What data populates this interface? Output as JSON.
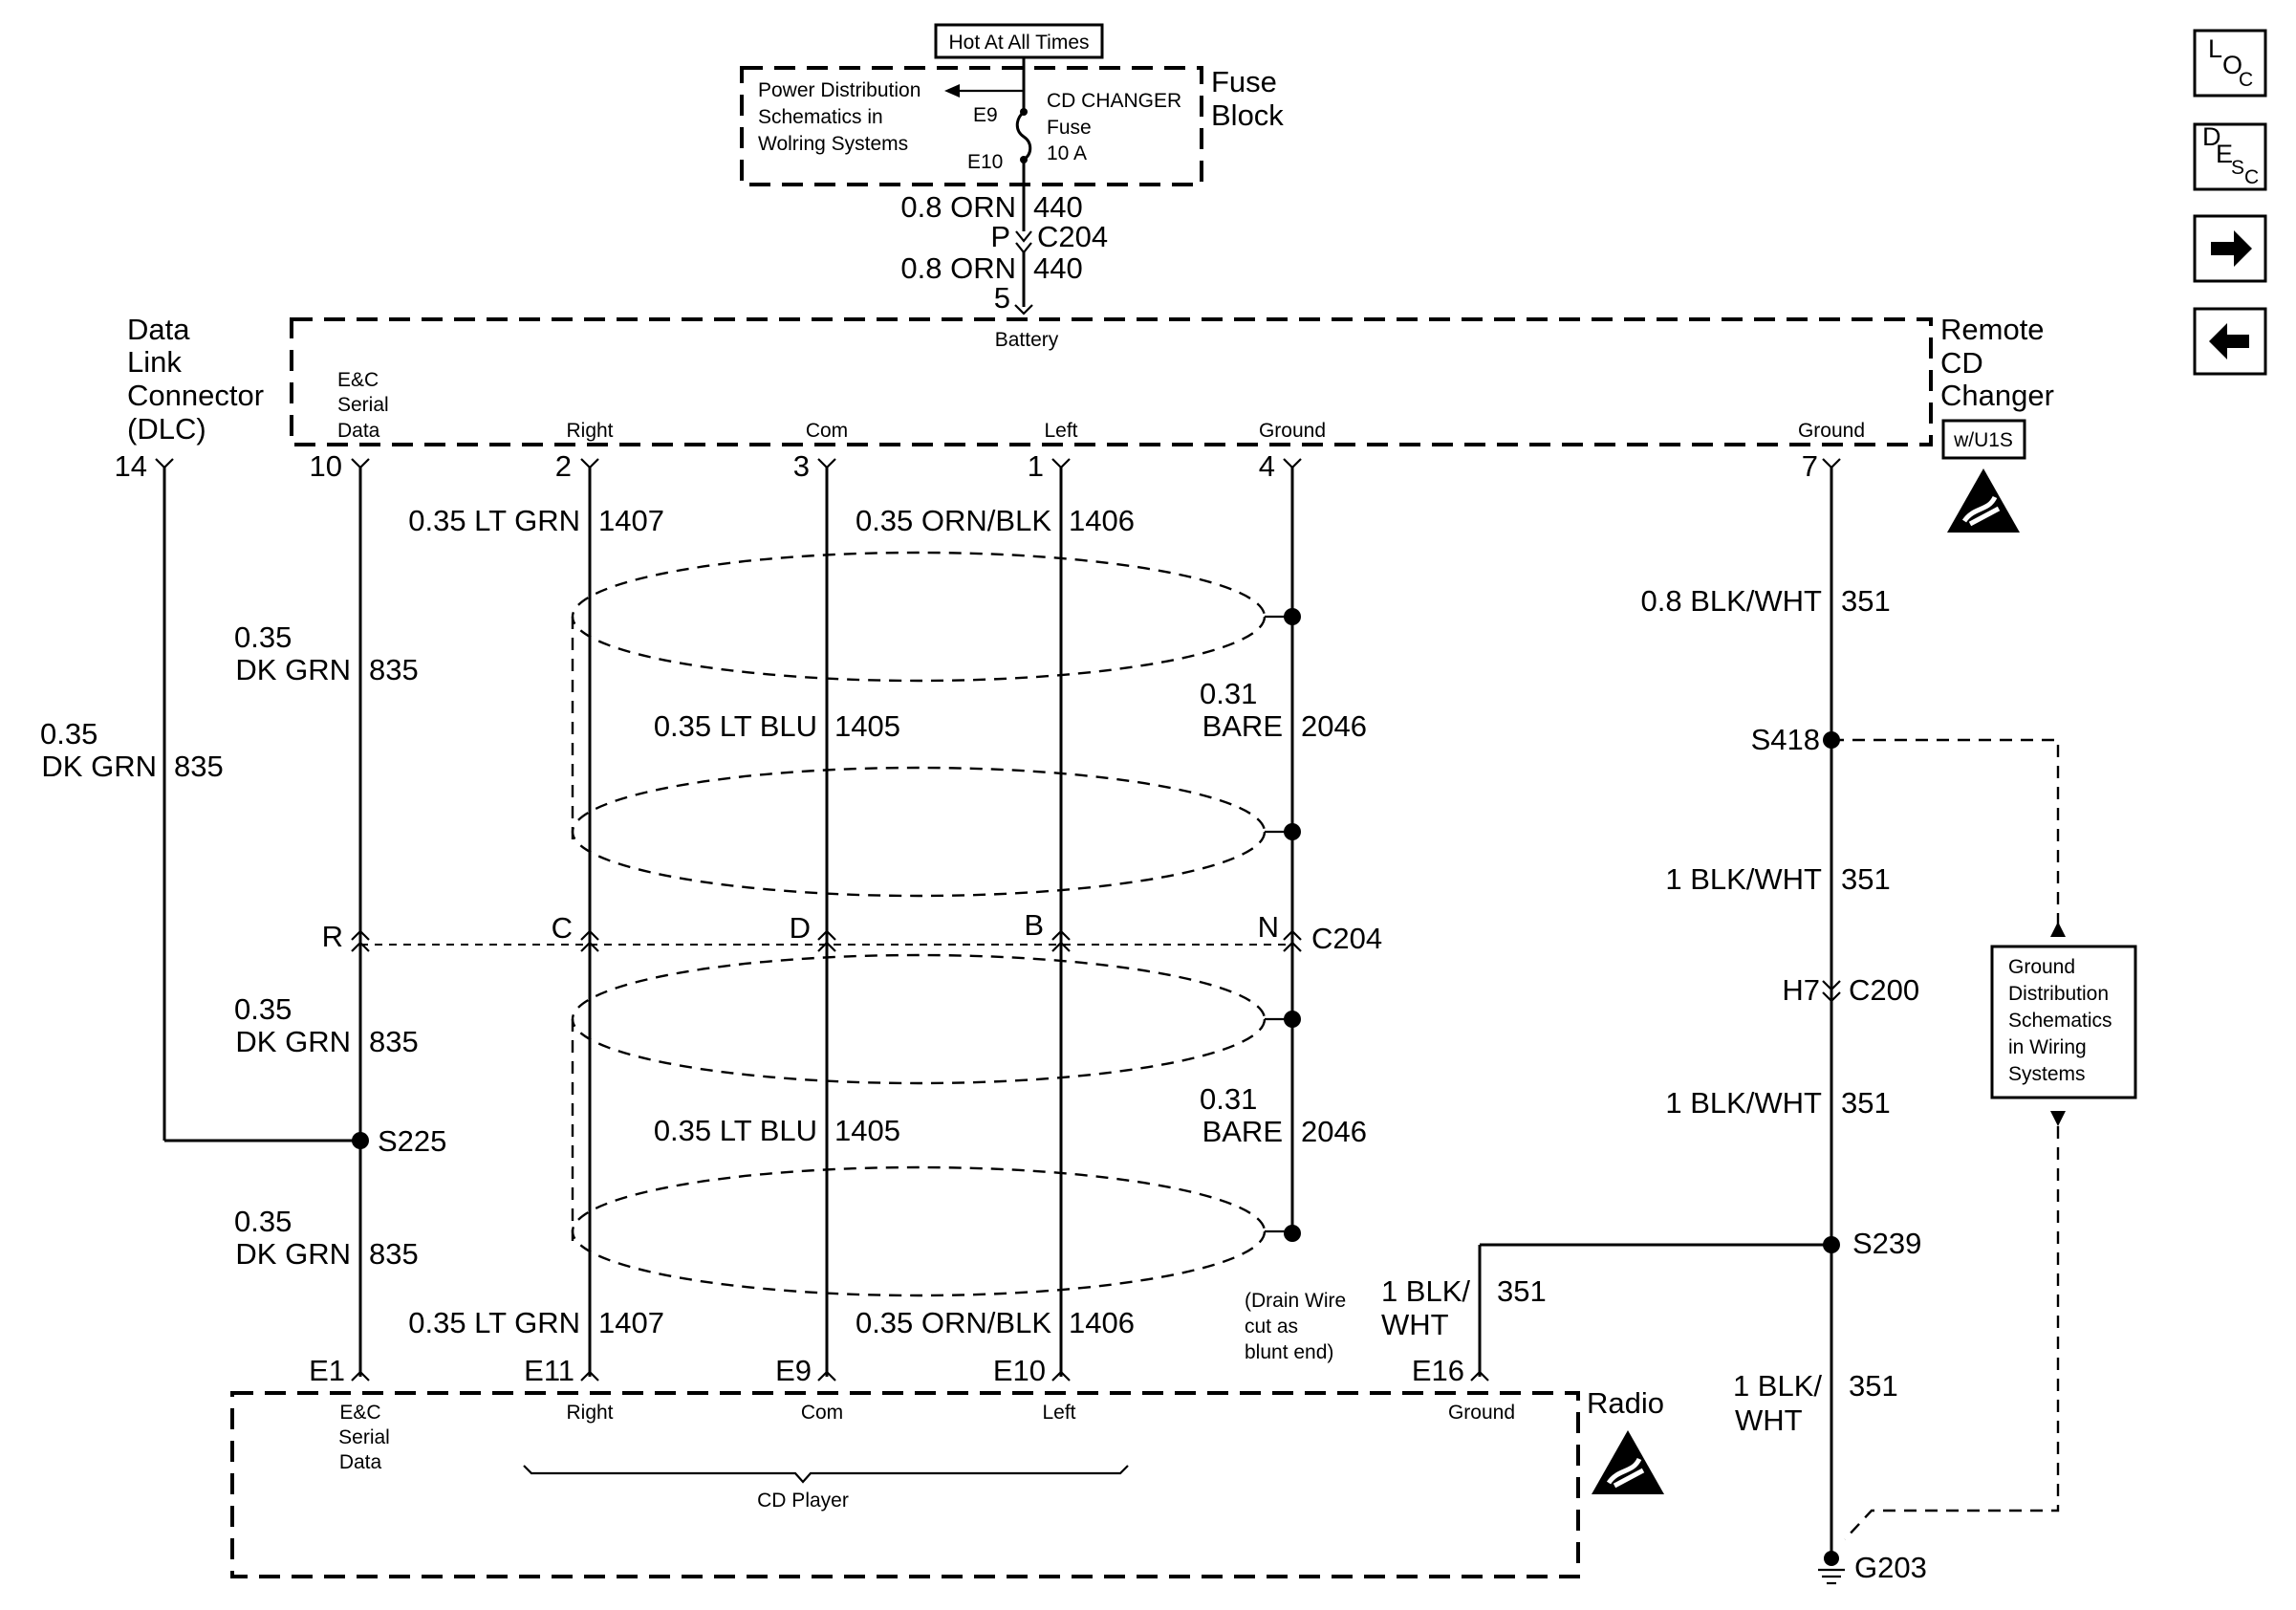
{
  "header": {
    "hot_label": "Hot At All Times"
  },
  "fuse_block": {
    "title_line1": "Fuse",
    "title_line2": "Block",
    "pd_line1": "Power Distribution",
    "pd_line2": "Schematics in",
    "pd_line3": "Wolring Systems",
    "fuse_line1": "CD CHANGER",
    "fuse_line2": "Fuse",
    "fuse_line3": "10 A",
    "term_top": "E9",
    "term_bottom": "E10"
  },
  "feed": {
    "wire_upper_gauge": "0.8 ORN",
    "wire_upper_circuit": "440",
    "conn_pin": "P",
    "conn_name": "C204",
    "wire_lower_gauge": "0.8 ORN",
    "wire_lower_circuit": "440",
    "pin": "5",
    "pin_label": "Battery"
  },
  "dlc": {
    "line1": "Data",
    "line2": "Link",
    "line3": "Connector",
    "line4": "(DLC)",
    "pin": "14",
    "wire_gauge": "0.35",
    "wire_color": "DK GRN",
    "wire_circuit": "835"
  },
  "cd_changer": {
    "line1": "Remote",
    "line2": "CD",
    "line3": "Changer",
    "option": "w/U1S",
    "pins": [
      {
        "num": "10",
        "l1": "E&C",
        "l2": "Serial",
        "l3": "Data"
      },
      {
        "num": "2",
        "l1": "Right"
      },
      {
        "num": "3",
        "l1": "Com"
      },
      {
        "num": "1",
        "l1": "Left"
      },
      {
        "num": "4",
        "l1": "Ground"
      },
      {
        "num": "7",
        "l1": "Ground"
      }
    ]
  },
  "wires_upper": {
    "right_gauge": "0.35 LT GRN",
    "right_circuit": "1407",
    "left_gauge": "0.35 ORN/BLK",
    "left_circuit": "1406",
    "serial_gauge": "0.35",
    "serial_color": "DK GRN",
    "serial_circuit": "835",
    "com_gauge": "0.35 LT BLU",
    "com_circuit": "1405",
    "drain_gauge": "0.31",
    "drain_color": "BARE",
    "drain_circuit": "2046"
  },
  "c204": {
    "name": "C204",
    "pins": {
      "serial": "R",
      "right": "C",
      "com": "D",
      "left": "B",
      "drain": "N"
    }
  },
  "wires_lower": {
    "serial_gauge": "0.35",
    "serial_color": "DK GRN",
    "serial_circuit": "835",
    "splice": "S225",
    "serial2_gauge": "0.35",
    "serial2_color": "DK GRN",
    "serial2_circuit": "835",
    "com_gauge": "0.35 LT BLU",
    "com_circuit": "1405",
    "drain_gauge": "0.31",
    "drain_color": "BARE",
    "drain_circuit": "2046",
    "right_gauge": "0.35 LT GRN",
    "right_circuit": "1407",
    "left_gauge": "0.35 ORN/BLK",
    "left_circuit": "1406",
    "drain_note1": "(Drain Wire",
    "drain_note2": "cut as",
    "drain_note3": "blunt end)"
  },
  "ground_path": {
    "w1_gauge": "0.8 BLK/WHT",
    "w1_circuit": "351",
    "splice1": "S418",
    "w2_gauge": "1 BLK/WHT",
    "w2_circuit": "351",
    "conn_pin": "H7",
    "conn_name": "C200",
    "w3_gauge": "1 BLK/WHT",
    "w3_circuit": "351",
    "splice2": "S239",
    "radio_w_l1": "1 BLK/",
    "radio_w_l2": "WHT",
    "radio_w_circuit": "351",
    "w4_l1": "1 BLK/",
    "w4_l2": "WHT",
    "w4_circuit": "351",
    "ground": "G203",
    "gd_line1": "Ground",
    "gd_line2": "Distribution",
    "gd_line3": "Schematics",
    "gd_line4": "in Wiring",
    "gd_line5": "Systems"
  },
  "radio": {
    "title": "Radio",
    "group_label": "CD Player",
    "pins": [
      {
        "num": "E1",
        "l1": "E&C",
        "l2": "Serial",
        "l3": "Data"
      },
      {
        "num": "E11",
        "l1": "Right"
      },
      {
        "num": "E9",
        "l1": "Com"
      },
      {
        "num": "E10",
        "l1": "Left"
      },
      {
        "num": "E16",
        "l1": "Ground"
      }
    ]
  },
  "nav": {
    "loc_l": "L",
    "loc_o": "O",
    "loc_c": "C",
    "desc_d": "D",
    "desc_e": "E",
    "desc_s": "S",
    "desc_c": "C",
    "next_icon": "arrow-right-icon",
    "prev_icon": "arrow-left-icon"
  }
}
